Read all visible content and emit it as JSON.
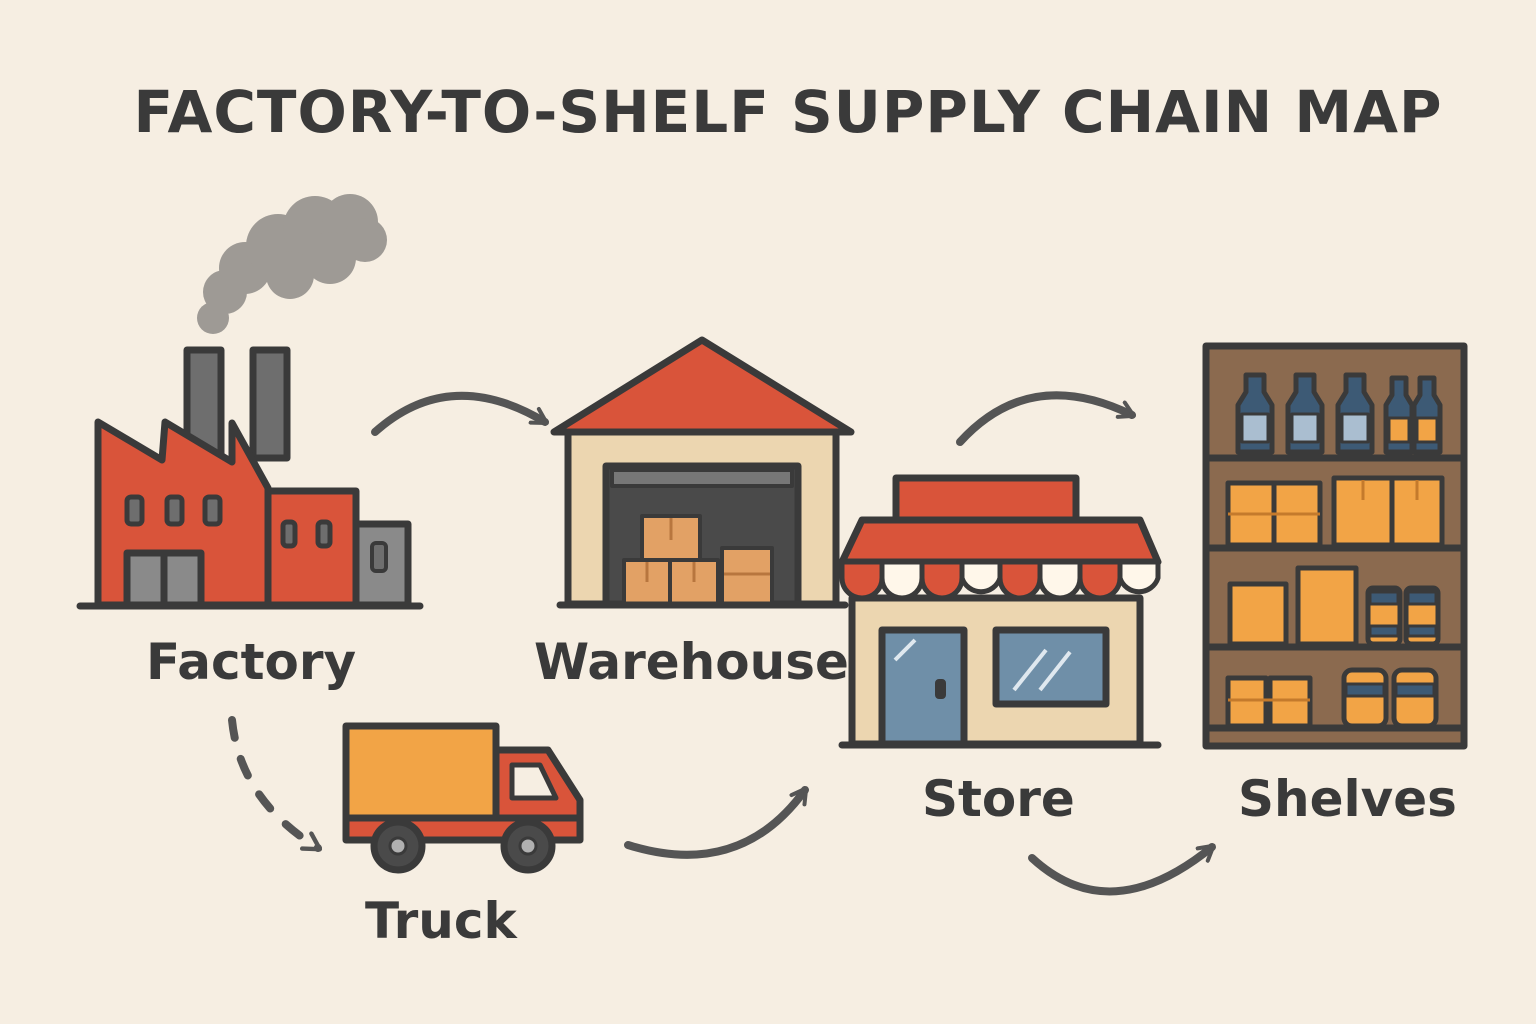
{
  "title": "FACTORY-TO-SHELF SUPPLY CHAIN MAP",
  "nodes": {
    "factory": {
      "label": "Factory",
      "icon": "factory-icon"
    },
    "warehouse": {
      "label": "Warehouse",
      "icon": "warehouse-icon"
    },
    "truck": {
      "label": "Truck",
      "icon": "truck-icon"
    },
    "store": {
      "label": "Store",
      "icon": "store-icon"
    },
    "shelves": {
      "label": "Shelves",
      "icon": "shelves-icon"
    }
  },
  "connections": [
    {
      "from": "factory",
      "to": "warehouse",
      "style": "solid"
    },
    {
      "from": "factory",
      "to": "truck",
      "style": "dashed"
    },
    {
      "from": "truck",
      "to": "store",
      "style": "solid"
    },
    {
      "from": "warehouse",
      "to": "shelves",
      "style": "solid"
    },
    {
      "from": "store",
      "to": "shelves",
      "style": "solid"
    }
  ],
  "colors": {
    "background": "#f6eee2",
    "outline": "#3a3a3a",
    "brand_red": "#d9543a",
    "orange": "#f2a446",
    "box_tan": "#e2a165",
    "wall_beige": "#ecd6b0",
    "blue": "#6f8fa8",
    "shelf_brown": "#8b6a4f",
    "smoke": "#9e9a95",
    "arrow": "#555555"
  }
}
